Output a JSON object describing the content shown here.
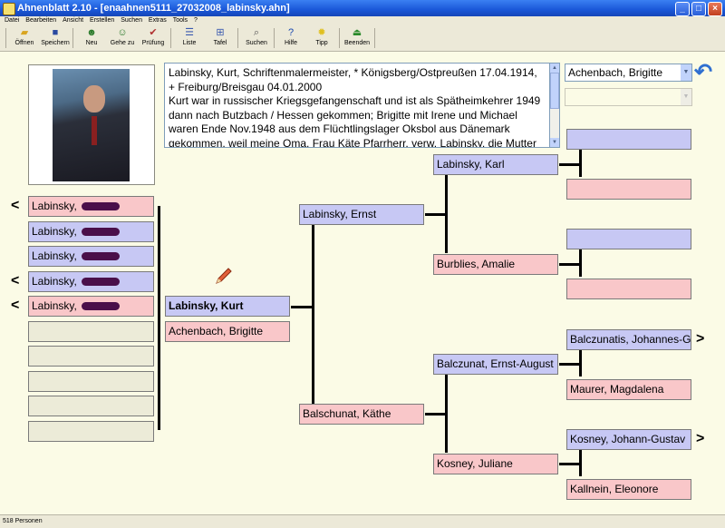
{
  "window": {
    "title": "Ahnenblatt 2.10 - [enaahnen5111_27032008_labinsky.ahn]"
  },
  "menu": [
    "Datei",
    "Bearbeiten",
    "Ansicht",
    "Erstellen",
    "Suchen",
    "Extras",
    "Tools",
    "?"
  ],
  "toolbar": [
    {
      "label": "Öffnen",
      "icon": "open-folder-icon"
    },
    {
      "label": "Speichern",
      "icon": "save-disk-icon"
    },
    {
      "label": "Neu",
      "icon": "new-person-icon"
    },
    {
      "label": "Gehe zu",
      "icon": "goto-persons-icon"
    },
    {
      "label": "Prüfung",
      "icon": "check-icon"
    },
    {
      "label": "Liste",
      "icon": "list-icon"
    },
    {
      "label": "Tafel",
      "icon": "tree-chart-icon"
    },
    {
      "label": "Suchen",
      "icon": "search-icon"
    },
    {
      "label": "Hilfe",
      "icon": "help-icon"
    },
    {
      "label": "Tipp",
      "icon": "lightbulb-icon"
    },
    {
      "label": "Beenden",
      "icon": "exit-icon"
    }
  ],
  "notes": {
    "text": "Labinsky, Kurt, Schriftenmalermeister, * Königsberg/Ostpreußen 17.04.1914, + Freiburg/Breisgau 04.01.2000\nKurt war in russischer Kriegsgefangenschaft und ist als Spätheimkehrer 1949 dann nach Butzbach / Hessen gekommen; Brigitte mit Irene und Michael waren Ende Nov.1948 aus dem Flüchtlingslager Oksbol aus Dänemark gekommen, weil meine Oma, Frau Käte Pfarrherr, verw. Labinsky, die Mutter meines"
  },
  "spouse_select": {
    "value": "Achenbach, Brigitte"
  },
  "spouse_select_2": {
    "value": ""
  },
  "children": [
    {
      "name": "Labinsky, ",
      "sex": "f",
      "redacted": true,
      "has_children": true
    },
    {
      "name": "Labinsky, ",
      "sex": "m",
      "redacted": true,
      "has_children": false
    },
    {
      "name": "Labinsky, ",
      "sex": "m",
      "redacted": true,
      "has_children": false
    },
    {
      "name": "Labinsky, ",
      "sex": "m",
      "redacted": true,
      "has_children": true
    },
    {
      "name": "Labinsky, ",
      "sex": "f",
      "redacted": true,
      "has_children": true
    },
    {
      "name": "",
      "sex": "e"
    },
    {
      "name": "",
      "sex": "e"
    },
    {
      "name": "",
      "sex": "e"
    },
    {
      "name": "",
      "sex": "e"
    },
    {
      "name": "",
      "sex": "e"
    }
  ],
  "person": {
    "name": "Labinsky, Kurt"
  },
  "spouse": {
    "name": "Achenbach, Brigitte"
  },
  "parents": {
    "father": "Labinsky, Ernst",
    "mother": "Balschunat, Käthe"
  },
  "grandparents": {
    "ff": "Labinsky, Karl",
    "fm": "Burblies, Amalie",
    "mf": "Balczunat, Ernst-August",
    "mm": "Kosney, Juliane"
  },
  "great_grandparents": {
    "fff": "",
    "ffm": "",
    "fmf": "",
    "fmm": "",
    "mff": "Balczunatis, Johannes-G",
    "mfm": "Maurer, Magdalena",
    "mmf": "Kosney, Johann-Gustav",
    "mmm": "Kallnein, Eleonore"
  },
  "nav": {
    "lt": "<",
    "gt": ">",
    "back": "↶"
  },
  "status": {
    "count": "518 Personen"
  },
  "colors": {
    "male": "#c7c8f4",
    "female": "#f9c7c9",
    "empty": "#ecebd8",
    "background": "#fbfbe6"
  }
}
